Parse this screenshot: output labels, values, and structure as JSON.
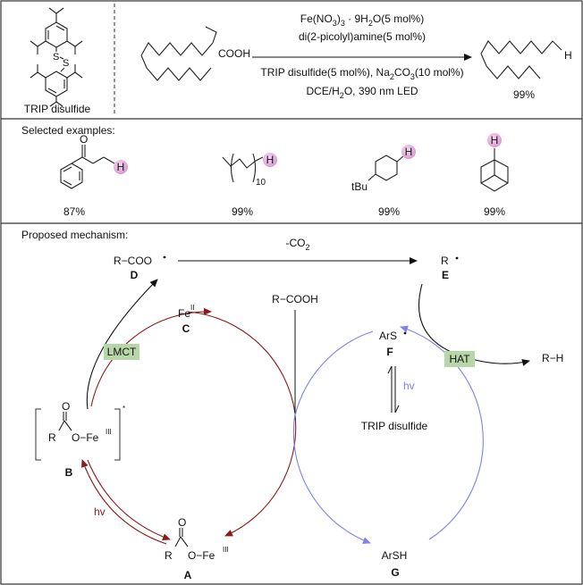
{
  "reaction": {
    "reagent_label": "TRIP disulfide",
    "substrate_group": "COOH",
    "conditions": {
      "line1_a": "Fe(NO",
      "line1_b": "3",
      "line1_c": ")",
      "line1_d": "3",
      "line1_e": " · 9H",
      "line1_f": "2",
      "line1_g": "O(5 mol%)",
      "line2": "di(2-picolyl)amine(5 mol%)",
      "line3_a": "TRIP disulfide(5 mol%), Na",
      "line3_b": "2",
      "line3_c": "CO",
      "line3_d": "3",
      "line3_e": "(10 mol%)",
      "line4_a": "DCE/H",
      "line4_b": "2",
      "line4_c": "O, 390 nm LED"
    },
    "product_atom": "H",
    "yield": "99%"
  },
  "examples": {
    "heading": "Selected examples:",
    "items": [
      {
        "yield": "87%",
        "h_label": "H"
      },
      {
        "yield": "99%",
        "h_label": "H",
        "subscript": "10"
      },
      {
        "yield": "99%",
        "h_label": "H",
        "group": "tBu"
      },
      {
        "yield": "99%",
        "h_label": "H"
      }
    ]
  },
  "mechanism": {
    "heading": "Proposed mechanism:",
    "co2": "-CO",
    "co2_sub": "2",
    "D": {
      "formula": "R−COO",
      "label": "D"
    },
    "E": {
      "formula": "R",
      "label": "E"
    },
    "C": {
      "formula": "Fe",
      "ox": "II",
      "label": "C"
    },
    "F": {
      "formula": "ArS",
      "label": "F"
    },
    "B": {
      "R": "R",
      "O1": "O",
      "chain": "O−Fe",
      "ox": "III",
      "charge": "*",
      "label": "B"
    },
    "A": {
      "R": "R",
      "O1": "O",
      "chain": "O−Fe",
      "ox": "III",
      "label": "A"
    },
    "G": {
      "formula": "ArSH",
      "label": "G"
    },
    "acid": "R−COOH",
    "product": "R−H",
    "disulfide": "TRIP disulfide",
    "lmct": "LMCT",
    "hat": "HAT",
    "hv_left": "hv",
    "hv_right": "hv",
    "colors": {
      "red": "#8b1a1a",
      "blue": "#8080ee",
      "badge": "#b7d7a8",
      "h_ball": "#e6b3e0"
    }
  }
}
